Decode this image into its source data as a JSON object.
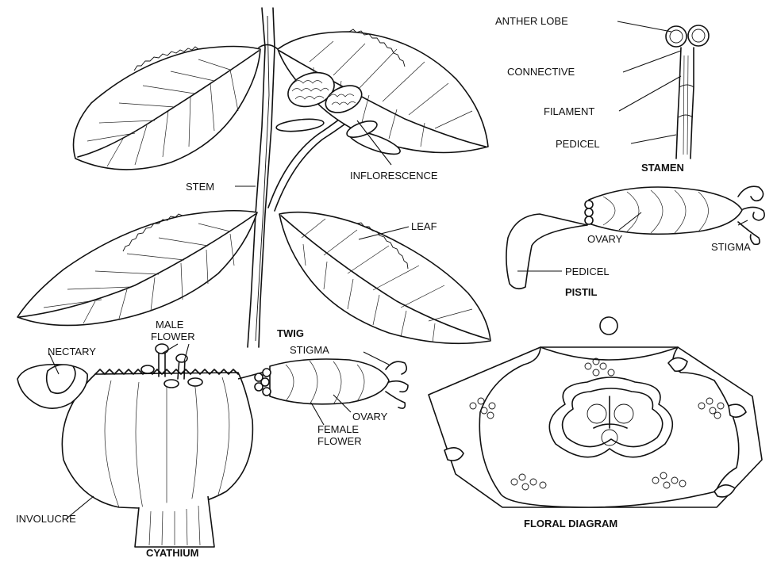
{
  "labels": {
    "anther_lobe": "ANTHER LOBE",
    "connective": "CONNECTIVE",
    "filament": "FILAMENT",
    "pedicel_stamen": "PEDICEL",
    "stamen": "STAMEN",
    "inflorescence": "INFLORESCENCE",
    "stem": "STEM",
    "leaf": "LEAF",
    "ovary_pistil": "OVARY",
    "stigma_pistil": "STIGMA",
    "pedicel_pistil": "PEDICEL",
    "pistil": "PISTIL",
    "twig": "TWIG",
    "male_flower_line1": "MALE",
    "male_flower_line2": "FLOWER",
    "nectary": "NECTARY",
    "stigma_cyathium": "STIGMA",
    "ovary_cyathium": "OVARY",
    "female_flower_line1": "FEMALE",
    "female_flower_line2": "FLOWER",
    "involucre": "INVOLUCRE",
    "cyathium": "CYATHIUM",
    "floral_diagram": "FLORAL DIAGRAM"
  }
}
